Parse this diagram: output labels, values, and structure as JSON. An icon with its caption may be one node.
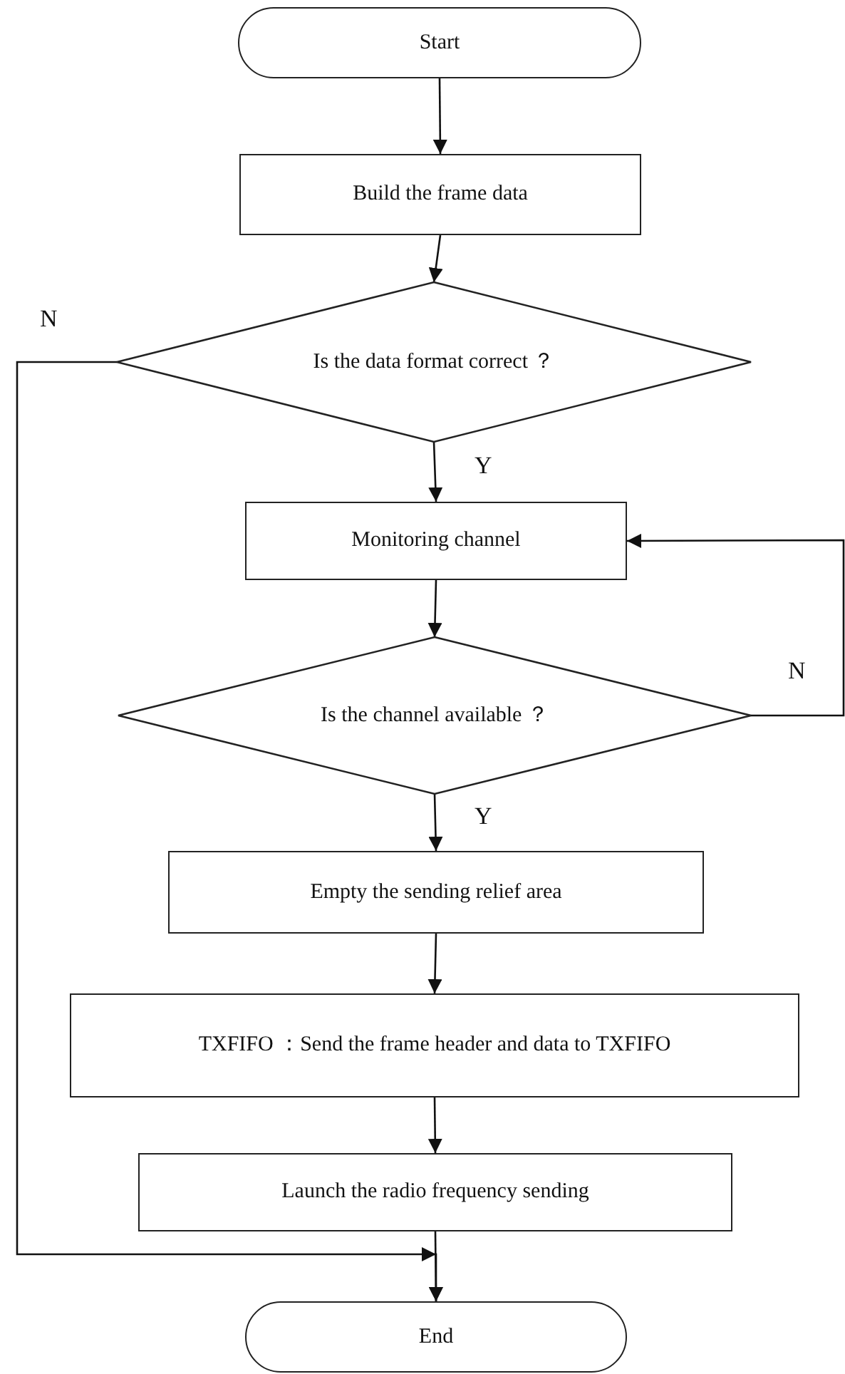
{
  "diagram": {
    "nodes": [
      {
        "text": [
          "Start"
        ]
      },
      {
        "text": [
          "Build the frame data"
        ]
      },
      {
        "text": [
          "Is the data format correct ？"
        ]
      },
      {
        "text": [
          "Monitoring channel"
        ]
      },
      {
        "text": [
          "Is the channel available ？"
        ]
      },
      {
        "text": [
          "Empty the sending relief area"
        ]
      },
      {
        "text": [
          "TXFIFO ：Send the frame header and data to TXFIFO"
        ]
      },
      {
        "text": [
          "Launch the radio frequency sending"
        ]
      },
      {
        "text": [
          "End"
        ]
      }
    ],
    "edges": [
      {
        "from": 0,
        "to": 1,
        "arrow": "to"
      },
      {
        "from": 1,
        "to": 2,
        "arrow": "to"
      },
      {
        "from": 2,
        "to": 3,
        "arrow": "to",
        "label": "Y"
      },
      {
        "from": 3,
        "to": 4,
        "arrow": "to"
      },
      {
        "from": 4,
        "to": 5,
        "arrow": "to",
        "label": "Y"
      },
      {
        "from": 5,
        "to": 6,
        "arrow": "to"
      },
      {
        "from": 6,
        "to": 7,
        "arrow": "to"
      },
      {
        "from": 7,
        "to": 8,
        "arrow": "to"
      },
      {
        "from": 2,
        "to": 8,
        "arrow": "to",
        "label": "N"
      },
      {
        "from": 4,
        "to": 3,
        "arrow": "to",
        "label": "N"
      }
    ]
  }
}
